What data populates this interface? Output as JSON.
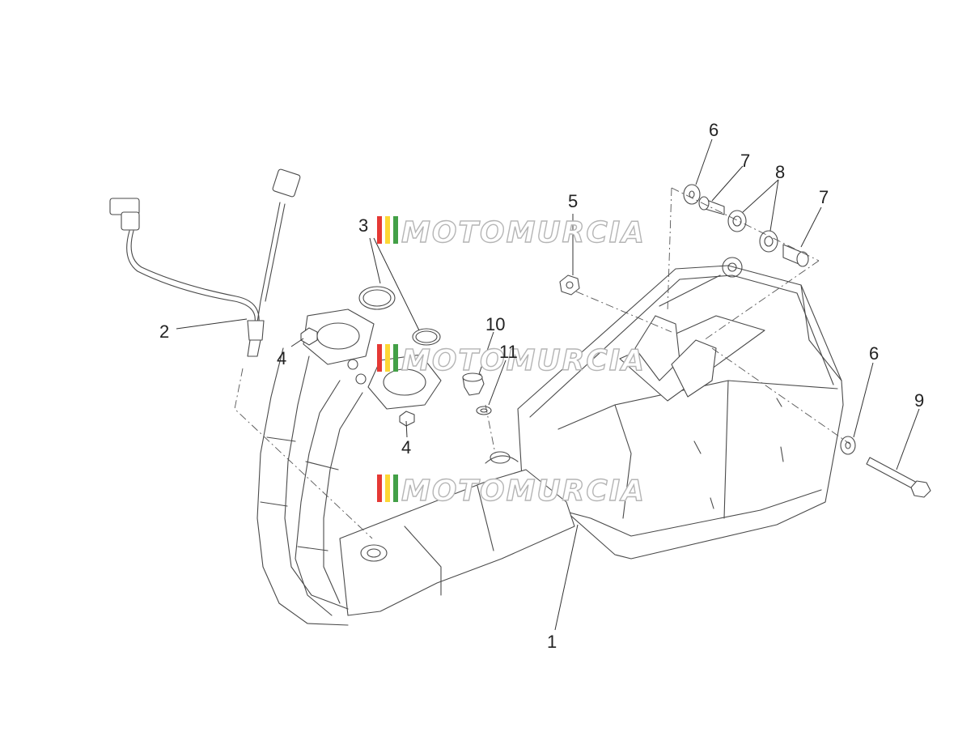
{
  "callouts": {
    "c1": "1",
    "c2": "2",
    "c3": "3",
    "c4a": "4",
    "c4b": "4",
    "c5": "5",
    "c6a": "6",
    "c6b": "6",
    "c7a": "7",
    "c7b": "7",
    "c8": "8",
    "c9": "9",
    "c10": "10",
    "c11": "11"
  },
  "watermark": {
    "text": "MOTOMURCIA",
    "stripe_colors": [
      "#e53935",
      "#fdd835",
      "#43a047"
    ]
  }
}
